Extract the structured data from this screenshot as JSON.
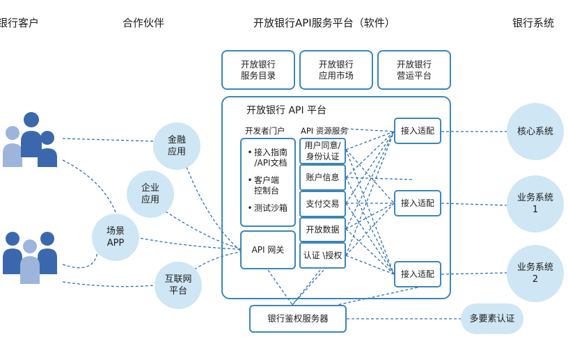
{
  "headers": {
    "customers": "银行客户",
    "partners": "合作伙伴",
    "platform": "开放银行API服务平台（软件）",
    "systems": "银行系统"
  },
  "top_boxes": [
    {
      "line1": "开放银行",
      "line2": "服务目录"
    },
    {
      "line1": "开放银行",
      "line2": "应用市场"
    },
    {
      "line1": "开放银行",
      "line2": "营运平台"
    }
  ],
  "api_platform_title": "开放银行 API 平台",
  "dev_portal": {
    "title": "开发者门户",
    "items": [
      {
        "line1": "接入指南",
        "line2": "/API文档"
      },
      {
        "line1": "客户端",
        "line2": "控制台"
      },
      {
        "line1": "测试沙箱",
        "line2": ""
      }
    ]
  },
  "api_gateway": "API 网关",
  "resource_service": {
    "title": "API 资源服务",
    "items": [
      {
        "line1": "用户同意/",
        "line2": "身份认证"
      },
      {
        "line1": "账户信息",
        "line2": ""
      },
      {
        "line1": "支付交易",
        "line2": ""
      },
      {
        "line1": "开放数据",
        "line2": ""
      },
      {
        "line1": "认证 \\授权",
        "line2": ""
      }
    ]
  },
  "adapters": [
    "接入适配",
    "接入适配",
    "接入适配"
  ],
  "bank_systems": [
    {
      "line1": "核心系统",
      "line2": ""
    },
    {
      "line1": "业务系统",
      "line2": "1"
    },
    {
      "line1": "业务系统",
      "line2": "2"
    }
  ],
  "partner_circles": [
    {
      "line1": "金融",
      "line2": "应用"
    },
    {
      "line1": "企业",
      "line2": "应用"
    },
    {
      "line1": "场景",
      "line2": "APP"
    },
    {
      "line1": "互联网",
      "line2": "平台"
    }
  ],
  "auth_server": "银行鉴权服务器",
  "mfa": "多要素认证",
  "colors": {
    "border": "#3a86b8",
    "circle_fill": "#cfe6f4",
    "dash": "#2f6fb0",
    "person_dark": "#3b68ad",
    "person_light": "#9db5da"
  }
}
